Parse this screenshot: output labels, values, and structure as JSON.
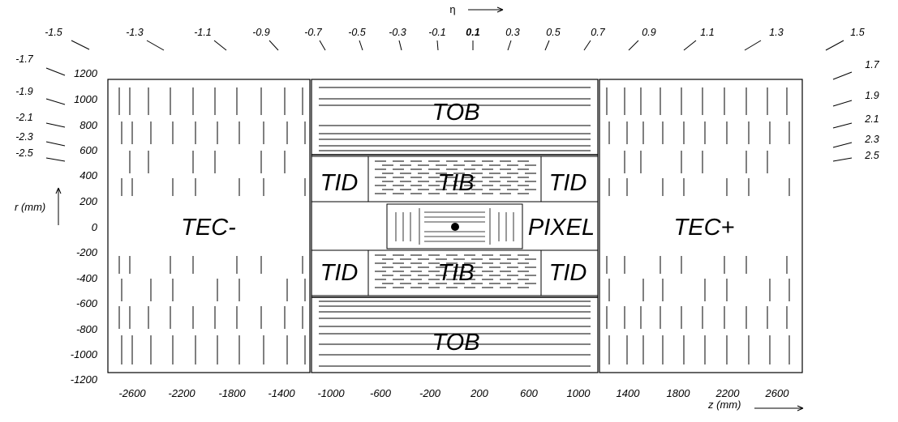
{
  "regions": {
    "tec_minus": "TEC-",
    "tec_plus": "TEC+",
    "tob_top": "TOB",
    "tob_bottom": "TOB",
    "tid_top_left": "TID",
    "tid_top_right": "TID",
    "tid_bottom_left": "TID",
    "tid_bottom_right": "TID",
    "tib_top": "TIB",
    "tib_bottom": "TIB",
    "pixel": "PIXEL"
  },
  "axes": {
    "eta_label": "η",
    "r_label": "r (mm)",
    "z_label": "z (mm)",
    "r_ticks": [
      "1200",
      "1000",
      "800",
      "600",
      "400",
      "200",
      "0",
      "-200",
      "-400",
      "-600",
      "-800",
      "-1000",
      "-1200"
    ],
    "z_ticks": [
      "-2600",
      "-2200",
      "-1800",
      "-1400",
      "-1000",
      "-600",
      "-200",
      "200",
      "600",
      "1000",
      "1400",
      "1800",
      "2200",
      "2600"
    ]
  },
  "eta_top": [
    "-1.5",
    "-1.3",
    "-1.1",
    "-0.9",
    "-0.7",
    "-0.5",
    "-0.3",
    "-0.1",
    "0.1",
    "0.3",
    "0.5",
    "0.7",
    "0.9",
    "1.1",
    "1.3",
    "1.5"
  ],
  "eta_left": [
    "-1.7",
    "-1.9",
    "-2.1",
    "-2.3",
    "-2.5"
  ],
  "eta_right": [
    "1.7",
    "1.9",
    "2.1",
    "2.3",
    "2.5"
  ]
}
